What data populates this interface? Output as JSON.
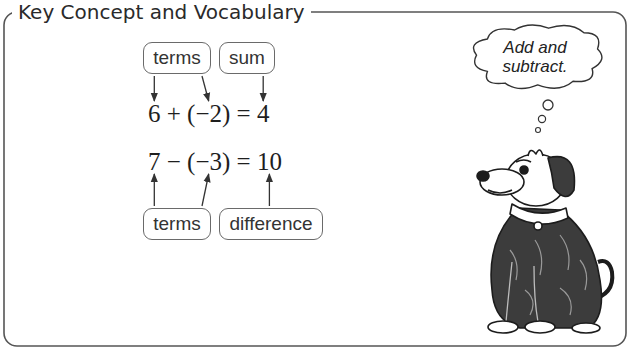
{
  "diagram": {
    "title": "Key Concept and Vocabulary",
    "nodes": [
      {
        "text": [
          "terms"
        ]
      },
      {
        "text": [
          "sum"
        ]
      },
      {
        "text": [
          "terms"
        ]
      },
      {
        "text": [
          "difference"
        ]
      },
      {
        "text": [
          "Add and subtract."
        ]
      }
    ],
    "labels": [
      "6 + (−2) = 4",
      "7 − (−3) = 10"
    ]
  }
}
